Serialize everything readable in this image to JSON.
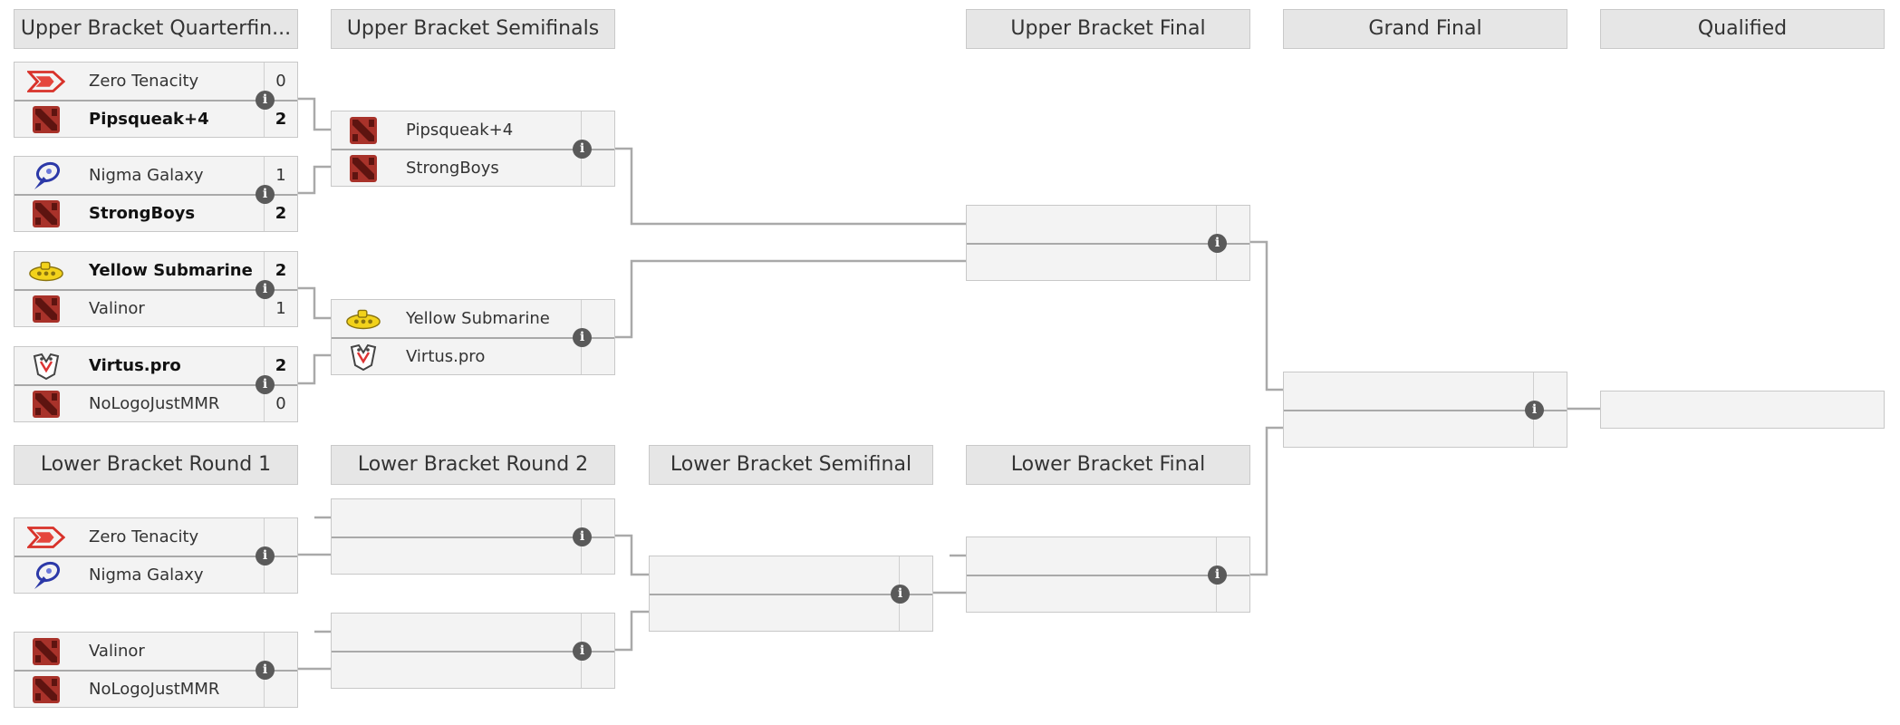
{
  "headers": {
    "ubqf": "Upper Bracket Quarterfin...",
    "ubsf": "Upper Bracket Semifinals",
    "ubf": "Upper Bracket Final",
    "gf": "Grand Final",
    "qual": "Qualified",
    "lbr1": "Lower Bracket Round 1",
    "lbr2": "Lower Bracket Round 2",
    "lbsf": "Lower Bracket Semifinal",
    "lbf": "Lower Bracket Final"
  },
  "info_glyph": "i",
  "colors": {
    "header_bg": "#e6e6e6",
    "match_bg": "#f3f3f3",
    "line": "#a9a9a9",
    "info_bg": "#5a5a5a"
  },
  "matches": {
    "ubqf1": {
      "t1": {
        "name": "Zero Tenacity",
        "score": "0",
        "logo": "zero-tenacity-logo"
      },
      "t2": {
        "name": "Pipsqueak+4",
        "score": "2",
        "win": true,
        "logo": "dota-logo"
      }
    },
    "ubqf2": {
      "t1": {
        "name": "Nigma Galaxy",
        "score": "1",
        "logo": "nigma-galaxy-logo"
      },
      "t2": {
        "name": "StrongBoys",
        "score": "2",
        "win": true,
        "logo": "dota-logo"
      }
    },
    "ubqf3": {
      "t1": {
        "name": "Yellow Submarine",
        "score": "2",
        "win": true,
        "logo": "yellow-submarine-logo"
      },
      "t2": {
        "name": "Valinor",
        "score": "1",
        "logo": "dota-logo"
      }
    },
    "ubqf4": {
      "t1": {
        "name": "Virtus.pro",
        "score": "2",
        "win": true,
        "logo": "virtus-pro-logo"
      },
      "t2": {
        "name": "NoLogoJustMMR",
        "score": "0",
        "logo": "dota-logo"
      }
    },
    "ubsf1": {
      "t1": {
        "name": "Pipsqueak+4",
        "logo": "dota-logo"
      },
      "t2": {
        "name": "StrongBoys",
        "logo": "dota-logo"
      }
    },
    "ubsf2": {
      "t1": {
        "name": "Yellow Submarine",
        "logo": "yellow-submarine-logo"
      },
      "t2": {
        "name": "Virtus.pro",
        "logo": "virtus-pro-logo"
      }
    },
    "lbr1a": {
      "t1": {
        "name": "Zero Tenacity",
        "logo": "zero-tenacity-logo"
      },
      "t2": {
        "name": "Nigma Galaxy",
        "logo": "nigma-galaxy-logo"
      }
    },
    "lbr1b": {
      "t1": {
        "name": "Valinor",
        "logo": "dota-logo"
      },
      "t2": {
        "name": "NoLogoJustMMR",
        "logo": "dota-logo"
      }
    }
  }
}
